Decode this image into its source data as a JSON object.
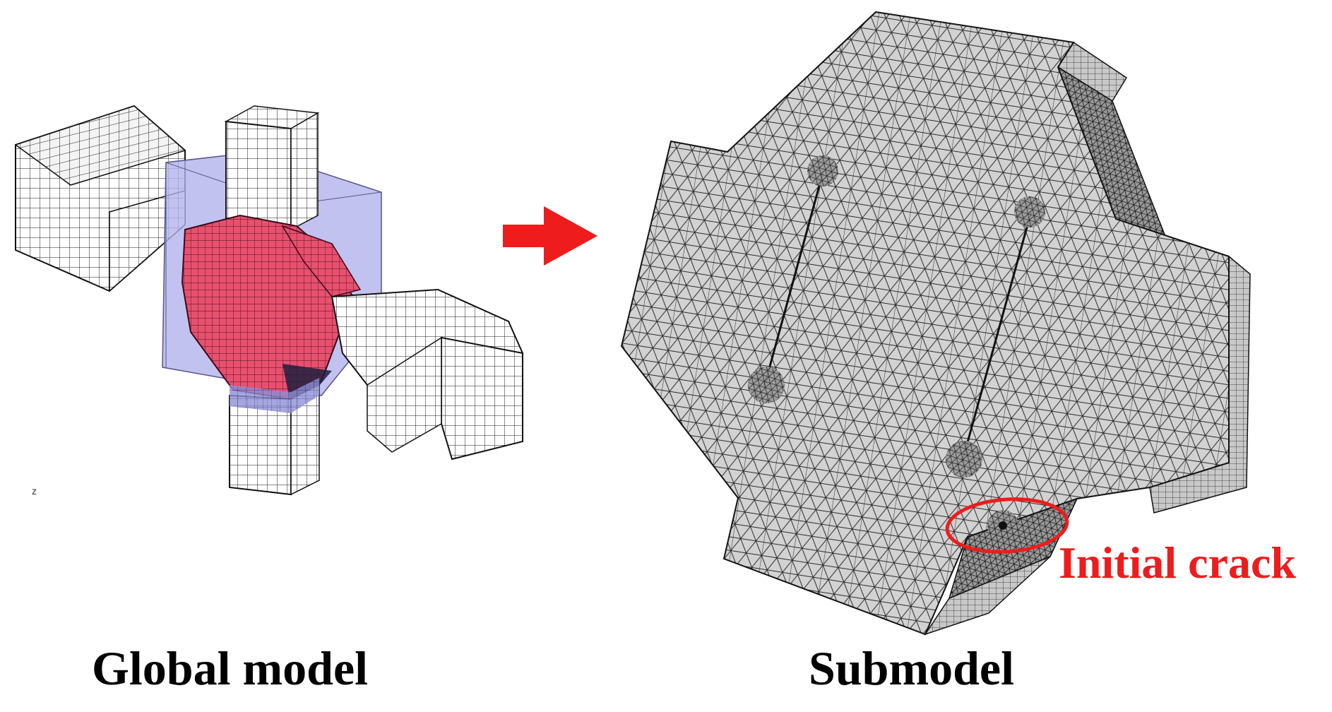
{
  "captions": {
    "global": "Global model",
    "sub": "Submodel"
  },
  "annotation": {
    "crack_label": "Initial crack",
    "color": "#ee1c1c"
  },
  "axis_triad_label": "z",
  "colors": {
    "mesh_white": "#ffffff",
    "mesh_grey": "#d4d4d4",
    "pink_region": "#e8506e",
    "blue_region": "#b3b3ec",
    "arrow": "#ee1c1c"
  },
  "icons": {
    "transition_arrow": "right-arrow-icon"
  }
}
